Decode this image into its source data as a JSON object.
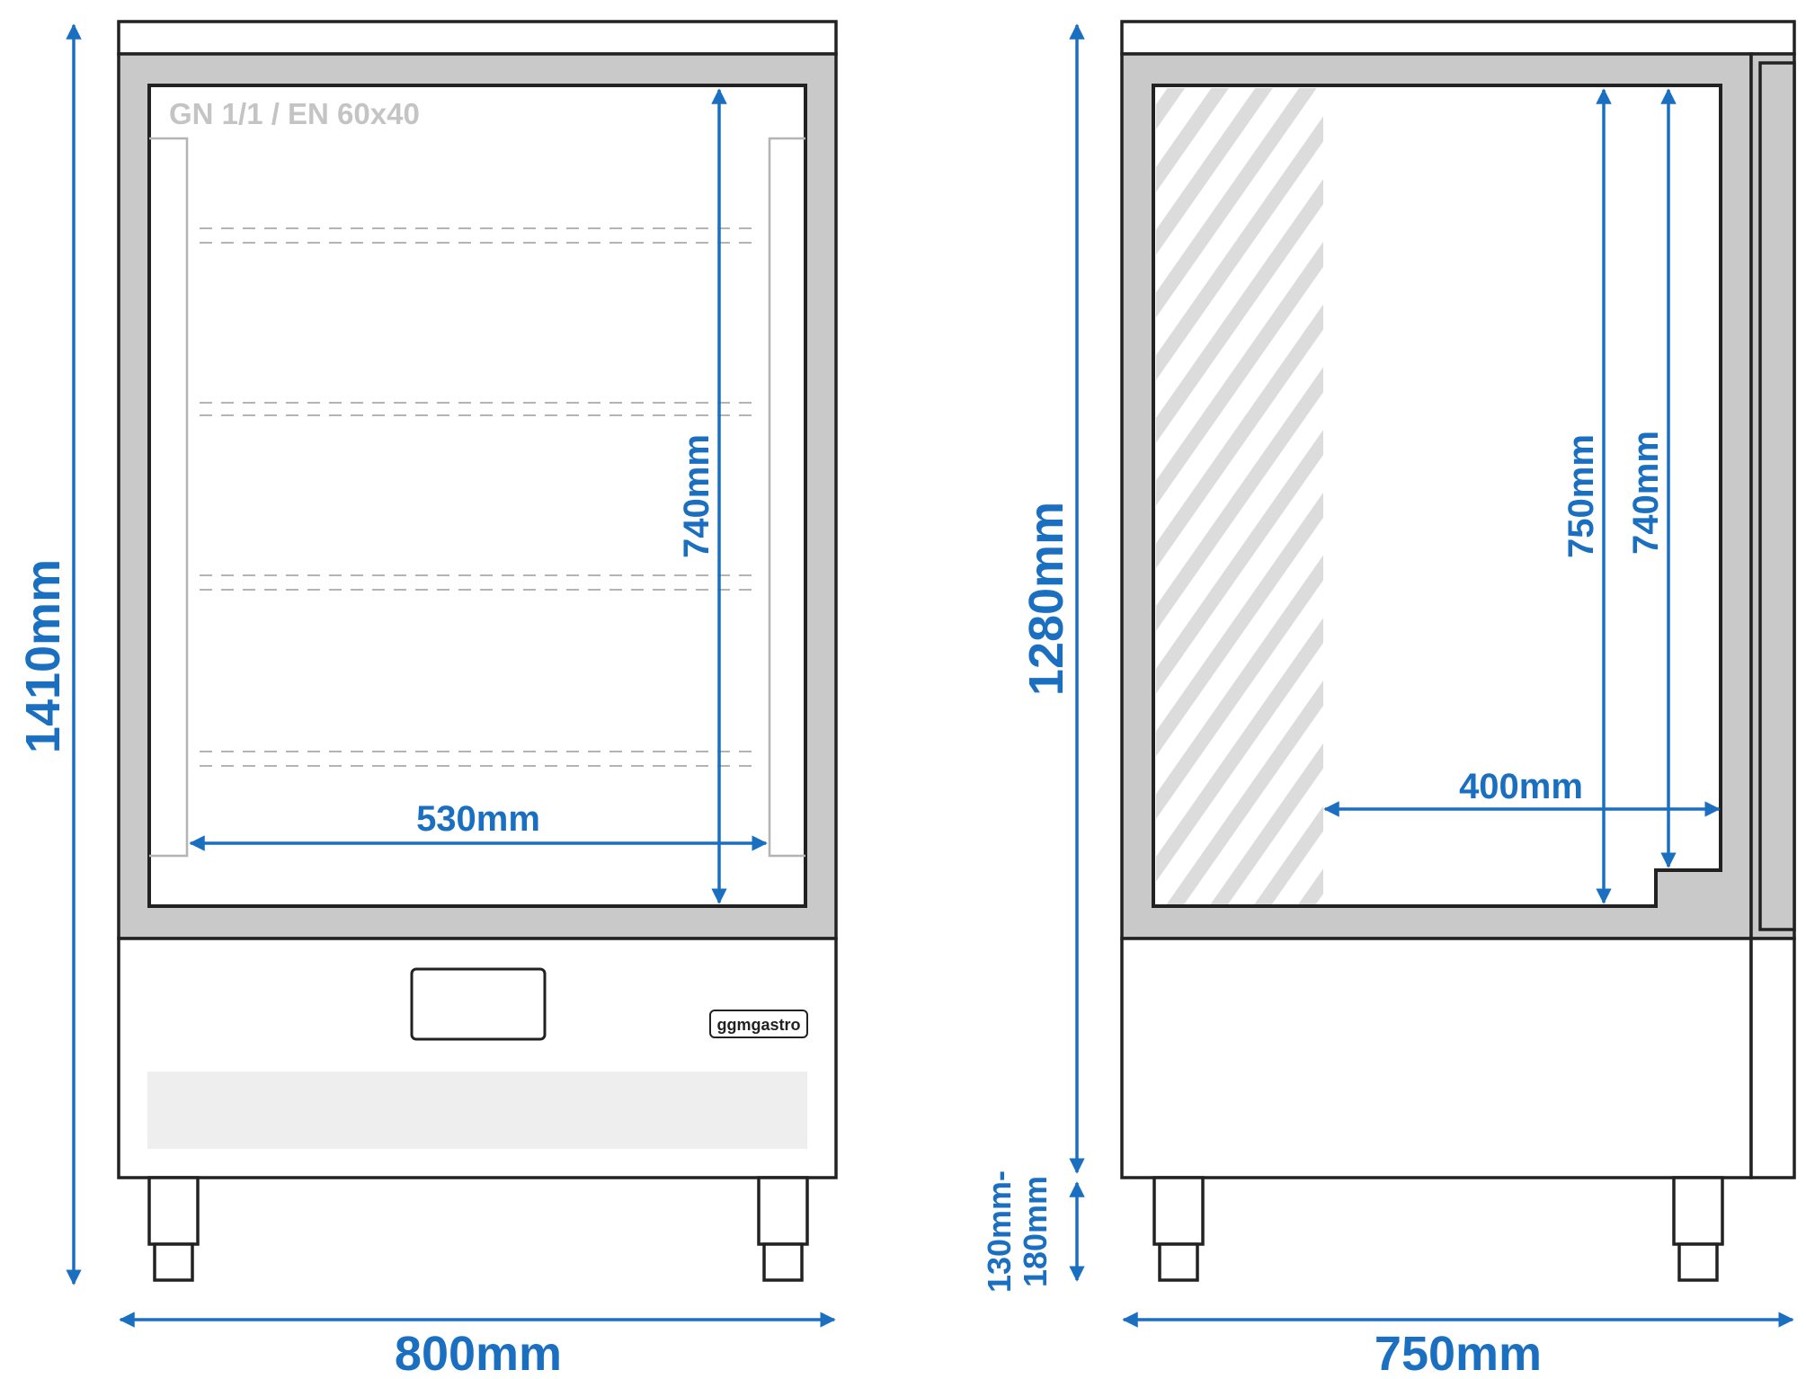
{
  "front_view": {
    "label_gn": "GN 1/1 / EN 60x40",
    "brand": "ggmgastro",
    "dim_total_height": "1410mm",
    "dim_inner_height": "740mm",
    "dim_inner_width": "530mm",
    "dim_total_width": "800mm"
  },
  "side_view": {
    "dim_body_height": "1280mm",
    "dim_inner_height_a": "750mm",
    "dim_inner_height_b": "740mm",
    "dim_inner_depth": "400mm",
    "dim_leg_height_line1": "130mm-",
    "dim_leg_height_line2": "180mm",
    "dim_total_depth": "750mm"
  },
  "colors": {
    "dimension": "#1a6fc0",
    "frame_grey": "#c9c9c9",
    "outline": "#222222"
  }
}
